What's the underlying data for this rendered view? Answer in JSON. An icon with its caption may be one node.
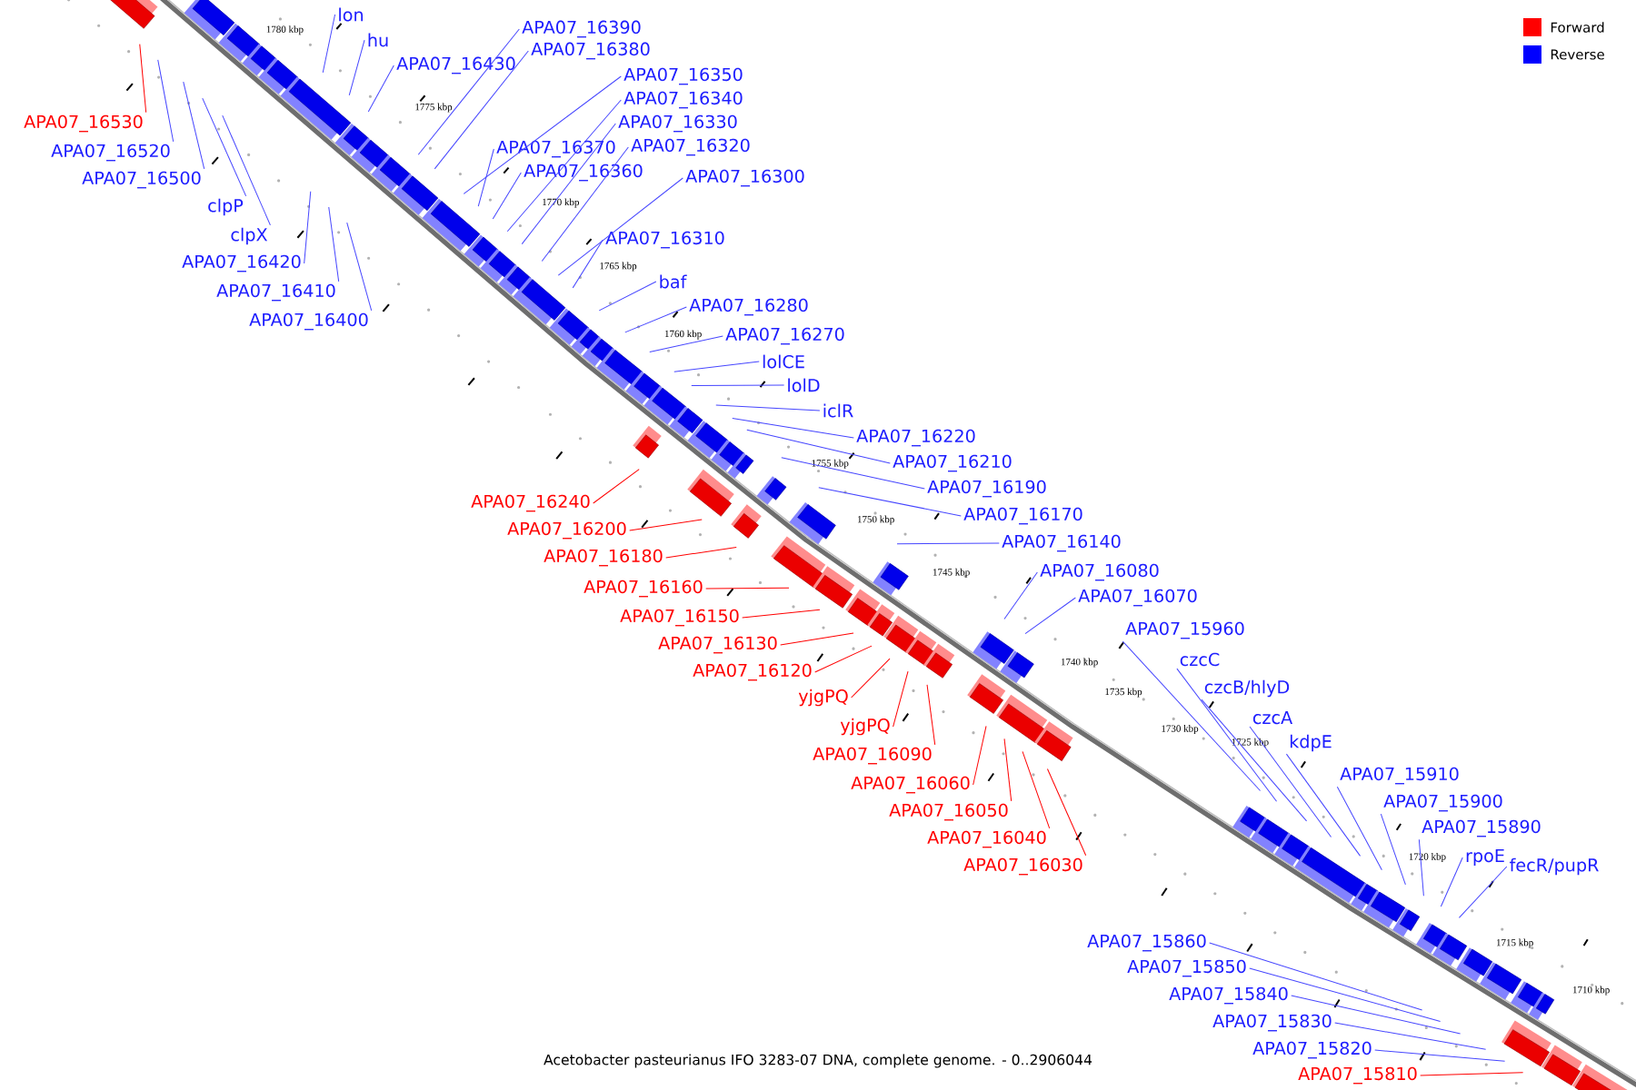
{
  "diagram": {
    "caption": "Acetobacter pasteurianus IFO 3283-07 DNA, complete genome. - 0..2906044",
    "nodes": [
      {
        "text": [
          "lon"
        ]
      },
      {
        "text": [
          "hu"
        ]
      },
      {
        "text": [
          "APA07_16430"
        ]
      },
      {
        "text": [
          "APA07_16390"
        ]
      },
      {
        "text": [
          "APA07_16380"
        ]
      },
      {
        "text": [
          "APA07_16350"
        ]
      },
      {
        "text": [
          "APA07_16340"
        ]
      },
      {
        "text": [
          "APA07_16330"
        ]
      },
      {
        "text": [
          "APA07_16320"
        ]
      },
      {
        "text": [
          "APA07_16370"
        ]
      },
      {
        "text": [
          "APA07_16360"
        ]
      },
      {
        "text": [
          "APA07_16300"
        ]
      },
      {
        "text": [
          "APA07_16310"
        ]
      },
      {
        "text": [
          "baf"
        ]
      },
      {
        "text": [
          "APA07_16280"
        ]
      },
      {
        "text": [
          "APA07_16270"
        ]
      },
      {
        "text": [
          "lolCE"
        ]
      },
      {
        "text": [
          "lolD"
        ]
      },
      {
        "text": [
          "iclR"
        ]
      },
      {
        "text": [
          "APA07_16220"
        ]
      },
      {
        "text": [
          "APA07_16210"
        ]
      },
      {
        "text": [
          "APA07_16190"
        ]
      },
      {
        "text": [
          "APA07_16170"
        ]
      },
      {
        "text": [
          "APA07_16140"
        ]
      },
      {
        "text": [
          "APA07_16080"
        ]
      },
      {
        "text": [
          "APA07_16070"
        ]
      },
      {
        "text": [
          "APA07_15960"
        ]
      },
      {
        "text": [
          "czcC"
        ]
      },
      {
        "text": [
          "czcB/hlyD"
        ]
      },
      {
        "text": [
          "czcA"
        ]
      },
      {
        "text": [
          "kdpE"
        ]
      },
      {
        "text": [
          "APA07_15910"
        ]
      },
      {
        "text": [
          "APA07_15900"
        ]
      },
      {
        "text": [
          "APA07_15890"
        ]
      },
      {
        "text": [
          "rpoE"
        ]
      },
      {
        "text": [
          "fecR/pupR"
        ]
      },
      {
        "text": [
          "APA07_15860"
        ]
      },
      {
        "text": [
          "APA07_15850"
        ]
      },
      {
        "text": [
          "APA07_15840"
        ]
      },
      {
        "text": [
          "APA07_15830"
        ]
      },
      {
        "text": [
          "APA07_15820"
        ]
      },
      {
        "text": [
          "APA07_16530"
        ]
      },
      {
        "text": [
          "APA07_16520"
        ]
      },
      {
        "text": [
          "APA07_16500"
        ]
      },
      {
        "text": [
          "clpP"
        ]
      },
      {
        "text": [
          "clpX"
        ]
      },
      {
        "text": [
          "APA07_16420"
        ]
      },
      {
        "text": [
          "APA07_16410"
        ]
      },
      {
        "text": [
          "APA07_16400"
        ]
      },
      {
        "text": [
          "APA07_16240"
        ]
      },
      {
        "text": [
          "APA07_16200"
        ]
      },
      {
        "text": [
          "APA07_16180"
        ]
      },
      {
        "text": [
          "APA07_16160"
        ]
      },
      {
        "text": [
          "APA07_16150"
        ]
      },
      {
        "text": [
          "APA07_16130"
        ]
      },
      {
        "text": [
          "APA07_16120"
        ]
      },
      {
        "text": [
          "yjgPQ"
        ]
      },
      {
        "text": [
          "yjgPQ"
        ]
      },
      {
        "text": [
          "APA07_16090"
        ]
      },
      {
        "text": [
          "APA07_16060"
        ]
      },
      {
        "text": [
          "APA07_16050"
        ]
      },
      {
        "text": [
          "APA07_16040"
        ]
      },
      {
        "text": [
          "APA07_16030"
        ]
      },
      {
        "text": [
          "APA07_15810"
        ]
      }
    ],
    "edges": [
      {
        "from": 0,
        "to": null,
        "arrow": "none"
      },
      {
        "from": 1,
        "to": null,
        "arrow": "none"
      },
      {
        "from": 2,
        "to": null,
        "arrow": "none"
      },
      {
        "from": 3,
        "to": null,
        "arrow": "none"
      },
      {
        "from": 4,
        "to": null,
        "arrow": "none"
      },
      {
        "from": 5,
        "to": null,
        "arrow": "none"
      },
      {
        "from": 6,
        "to": null,
        "arrow": "none"
      },
      {
        "from": 7,
        "to": null,
        "arrow": "none"
      },
      {
        "from": 8,
        "to": null,
        "arrow": "none"
      },
      {
        "from": 9,
        "to": null,
        "arrow": "none"
      },
      {
        "from": 10,
        "to": null,
        "arrow": "none"
      },
      {
        "from": 11,
        "to": null,
        "arrow": "none"
      },
      {
        "from": 12,
        "to": null,
        "arrow": "none"
      },
      {
        "from": 13,
        "to": null,
        "arrow": "none"
      },
      {
        "from": 14,
        "to": null,
        "arrow": "none"
      },
      {
        "from": 15,
        "to": null,
        "arrow": "none"
      },
      {
        "from": 16,
        "to": null,
        "arrow": "none"
      },
      {
        "from": 17,
        "to": null,
        "arrow": "none"
      },
      {
        "from": 18,
        "to": null,
        "arrow": "none"
      },
      {
        "from": 19,
        "to": null,
        "arrow": "none"
      },
      {
        "from": 20,
        "to": null,
        "arrow": "none"
      },
      {
        "from": 21,
        "to": null,
        "arrow": "none"
      },
      {
        "from": 22,
        "to": null,
        "arrow": "none"
      },
      {
        "from": 23,
        "to": null,
        "arrow": "none"
      },
      {
        "from": 24,
        "to": null,
        "arrow": "none"
      },
      {
        "from": 25,
        "to": null,
        "arrow": "none"
      },
      {
        "from": 26,
        "to": null,
        "arrow": "none"
      },
      {
        "from": 27,
        "to": null,
        "arrow": "none"
      },
      {
        "from": 28,
        "to": null,
        "arrow": "none"
      },
      {
        "from": 29,
        "to": null,
        "arrow": "none"
      },
      {
        "from": 30,
        "to": null,
        "arrow": "none"
      },
      {
        "from": 31,
        "to": null,
        "arrow": "none"
      },
      {
        "from": 32,
        "to": null,
        "arrow": "none"
      },
      {
        "from": 33,
        "to": null,
        "arrow": "none"
      },
      {
        "from": 34,
        "to": null,
        "arrow": "none"
      },
      {
        "from": 35,
        "to": null,
        "arrow": "none"
      },
      {
        "from": 36,
        "to": null,
        "arrow": "none"
      },
      {
        "from": 37,
        "to": null,
        "arrow": "none"
      },
      {
        "from": 38,
        "to": null,
        "arrow": "none"
      },
      {
        "from": 39,
        "to": null,
        "arrow": "none"
      },
      {
        "from": 40,
        "to": null,
        "arrow": "none"
      },
      {
        "from": 41,
        "to": null,
        "arrow": "none",
        "color": "#ff0000"
      },
      {
        "from": 42,
        "to": null,
        "arrow": "none"
      },
      {
        "from": 43,
        "to": null,
        "arrow": "none"
      },
      {
        "from": 44,
        "to": null,
        "arrow": "none"
      },
      {
        "from": 45,
        "to": null,
        "arrow": "none"
      },
      {
        "from": 46,
        "to": null,
        "arrow": "none"
      },
      {
        "from": 47,
        "to": null,
        "arrow": "none"
      },
      {
        "from": 48,
        "to": null,
        "arrow": "none"
      },
      {
        "from": 49,
        "to": null,
        "arrow": "none",
        "color": "#ff0000"
      },
      {
        "from": 50,
        "to": null,
        "arrow": "none",
        "color": "#ff0000"
      },
      {
        "from": 51,
        "to": null,
        "arrow": "none",
        "color": "#ff0000"
      },
      {
        "from": 52,
        "to": null,
        "arrow": "none",
        "color": "#ff0000"
      },
      {
        "from": 53,
        "to": null,
        "arrow": "none",
        "color": "#ff0000"
      },
      {
        "from": 54,
        "to": null,
        "arrow": "none",
        "color": "#ff0000"
      },
      {
        "from": 55,
        "to": null,
        "arrow": "none",
        "color": "#ff0000"
      },
      {
        "from": 56,
        "to": null,
        "arrow": "none",
        "color": "#ff0000"
      },
      {
        "from": 57,
        "to": null,
        "arrow": "none",
        "color": "#ff0000"
      },
      {
        "from": 58,
        "to": null,
        "arrow": "none",
        "color": "#ff0000"
      },
      {
        "from": 59,
        "to": null,
        "arrow": "none",
        "color": "#ff0000"
      },
      {
        "from": 60,
        "to": null,
        "arrow": "none",
        "color": "#ff0000"
      },
      {
        "from": 61,
        "to": null,
        "arrow": "none",
        "color": "#ff0000"
      },
      {
        "from": 62,
        "to": null,
        "arrow": "none",
        "color": "#ff0000"
      },
      {
        "from": 63,
        "to": null,
        "arrow": "none",
        "color": "#ff0000"
      }
    ],
    "labels": [
      "1780 kbp",
      "1775 kbp",
      "1770 kbp",
      "1765 kbp",
      "1760 kbp",
      "1755 kbp",
      "1750 kbp",
      "1745 kbp",
      "1740 kbp",
      "1735 kbp",
      "1730 kbp",
      "1725 kbp",
      "1720 kbp",
      "1715 kbp",
      "1710 kbp"
    ],
    "legend": [
      {
        "text": "Forward",
        "color": "#ff0000"
      },
      {
        "text": "Reverse",
        "color": "#0000ff"
      }
    ]
  }
}
